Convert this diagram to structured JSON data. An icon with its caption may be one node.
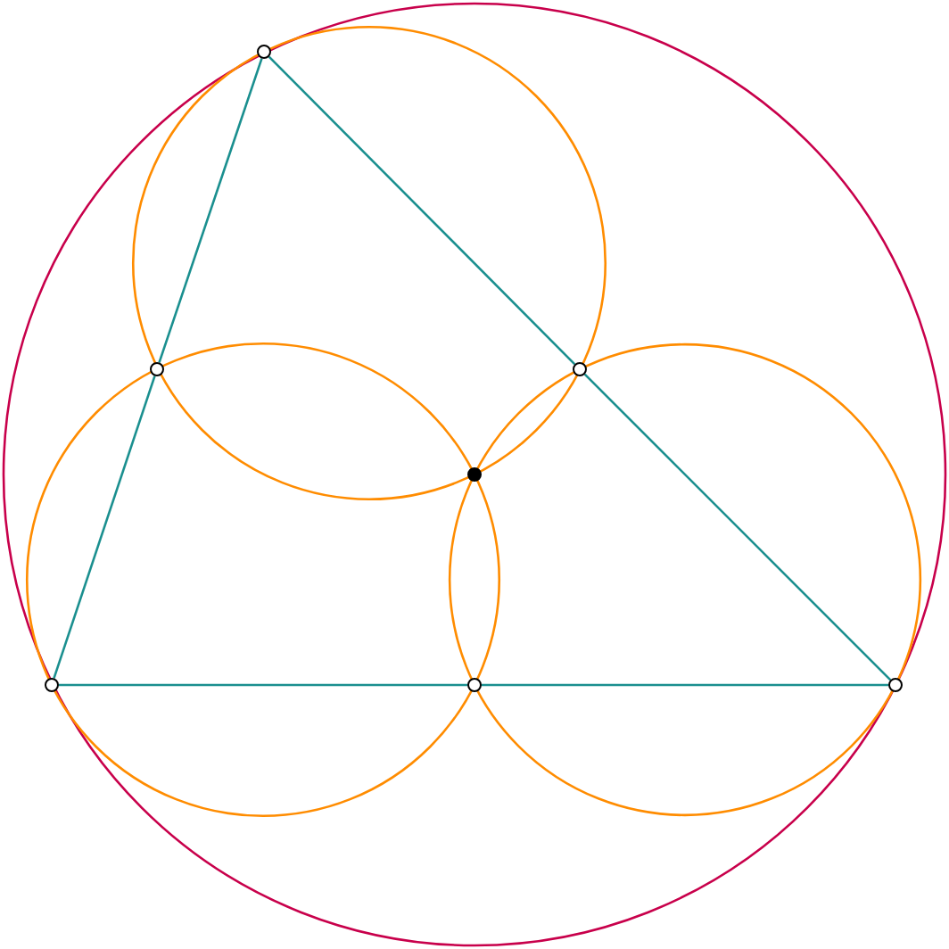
{
  "diagram": {
    "nodes": [
      {
        "text": [],
        "shape": "circle"
      },
      {
        "text": [],
        "shape": "circle"
      },
      {
        "text": [],
        "shape": "circle"
      },
      {
        "text": [],
        "shape": "circle"
      },
      {
        "text": [],
        "shape": "circle"
      },
      {
        "text": [],
        "shape": "circle"
      },
      {
        "text": [],
        "shape": "dot"
      }
    ],
    "edges": [
      {
        "from": 0,
        "to": 1,
        "arrow": "none"
      },
      {
        "from": 1,
        "to": 2,
        "arrow": "none"
      },
      {
        "from": 2,
        "to": 3,
        "arrow": "none"
      },
      {
        "from": 3,
        "to": 4,
        "arrow": "none"
      },
      {
        "from": 4,
        "to": 5,
        "arrow": "none"
      },
      {
        "from": 5,
        "to": 0,
        "arrow": "none"
      }
    ]
  }
}
